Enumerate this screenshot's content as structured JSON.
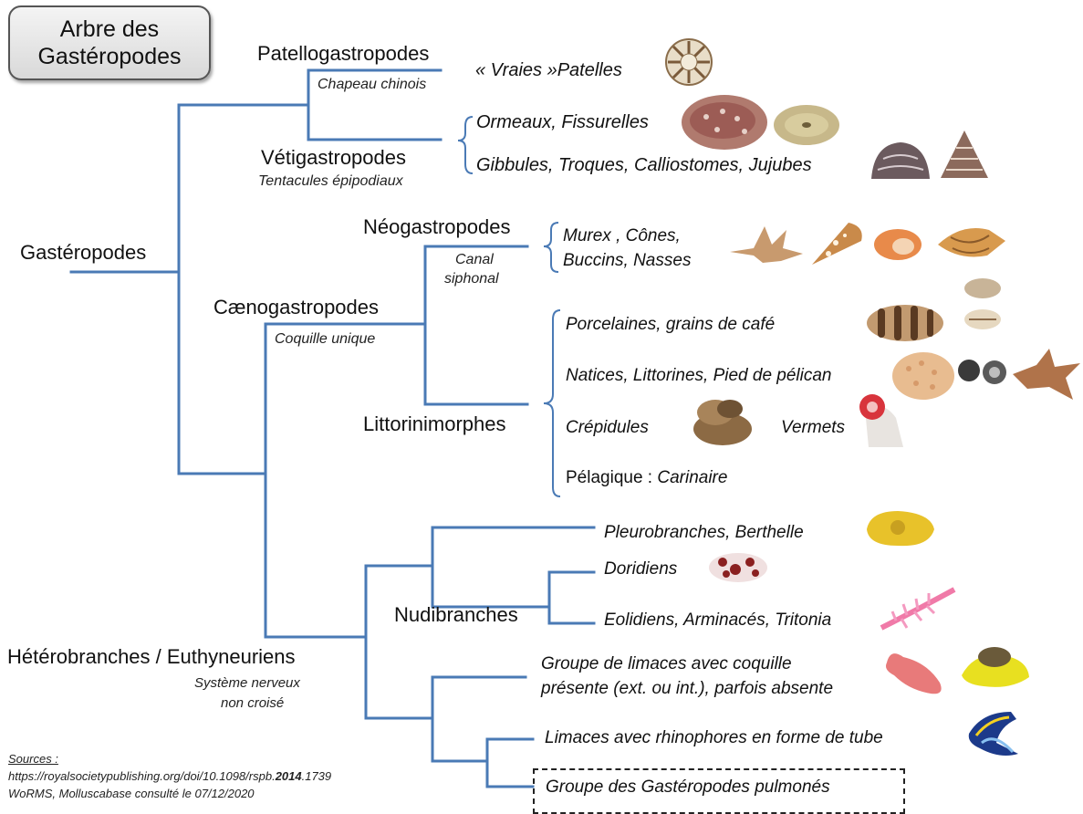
{
  "title": {
    "line1": "Arbre des",
    "line2": "Gastéropodes"
  },
  "nodes": {
    "gasteropodes": "Gastéropodes",
    "patellogastropodes": "Patellogastropodes",
    "patello_sub": "Chapeau chinois",
    "vetigastropodes": "Vétigastropodes",
    "vetigastro_sub": "Tentacules épipodiaux",
    "neogastropodes": "Néogastropodes",
    "neogastro_sub1": "Canal",
    "neogastro_sub2": "siphonal",
    "caenogastropodes": "Cænogastropodes",
    "caeno_sub": "Coquille unique",
    "littorinimorphes": "Littorinimorphes",
    "nudibranches": "Nudibranches",
    "heterobranches": "Hétérobranches / Euthyneuriens",
    "hetero_sub1": "Système nerveux",
    "hetero_sub2": "non croisé"
  },
  "leaves": {
    "patelles": "« Vraies »Patelles",
    "ormeaux": "Ormeaux, Fissurelles",
    "gibbules": "Gibbules, Troques, Calliostomes, Jujubes",
    "murex": "Murex , Cônes,",
    "buccins": "Buccins, Nasses",
    "porcelaines": "Porcelaines, grains de café",
    "natices": "Natices, Littorines, Pied de pélican",
    "crepidules": "Crépidules",
    "vermets": "Vermets",
    "pelagique_label": "Pélagique :",
    "pelagique_value": "Carinaire",
    "pleurobranches": "Pleurobranches, Berthelle",
    "doridiens": "Doridiens",
    "eolidiens": "Eolidiens, Arminacés, Tritonia",
    "limaces_coquille1": "Groupe de limaces avec coquille",
    "limaces_coquille2": "présente (ext. ou int.), parfois absente",
    "limaces_rhinophores": "Limaces avec rhinophores en forme de tube",
    "pulmones": "Groupe des Gastéropodes pulmonés"
  },
  "sources": {
    "label": "Sources :",
    "url_prefix": "https://royalsocietypublishing.org/doi/10.1098/rspb.",
    "url_bold": "2014",
    "url_suffix": ".1739",
    "worms": "WoRMS, Molluscabase consulté le 07/12/2020"
  },
  "colors": {
    "branch": "#4a7ab5",
    "bracket": "#4a7ab5"
  }
}
